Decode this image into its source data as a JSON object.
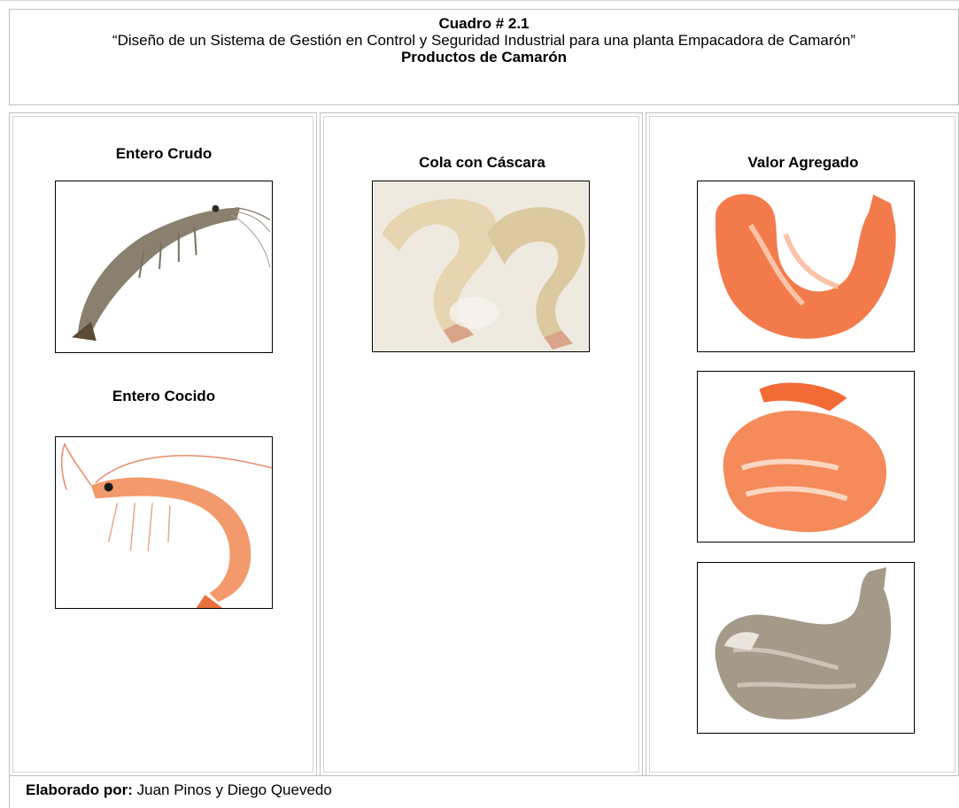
{
  "header": {
    "table_number": "Cuadro # 2.1",
    "subtitle": "“Diseño de un Sistema de Gestión en Control y Seguridad Industrial para una planta Empacadora de Camarón”",
    "section_title": "Productos de Camarón"
  },
  "columns": {
    "col1": {
      "label_1": "Entero Crudo",
      "label_2": "Entero Cocido"
    },
    "col2": {
      "label_1": "Cola con Cáscara"
    },
    "col3": {
      "label_1": "Valor Agregado"
    }
  },
  "footer": {
    "label": "Elaborado por:",
    "authors": " Juan Pinos y Diego Quevedo"
  },
  "colors": {
    "raw_shrimp": "#8a8070",
    "cooked_shrimp": "#f29a6c",
    "shell_tail": "#e6d5b0",
    "value_added": "#f37b4b",
    "grey_shrimp": "#a39a8a"
  }
}
